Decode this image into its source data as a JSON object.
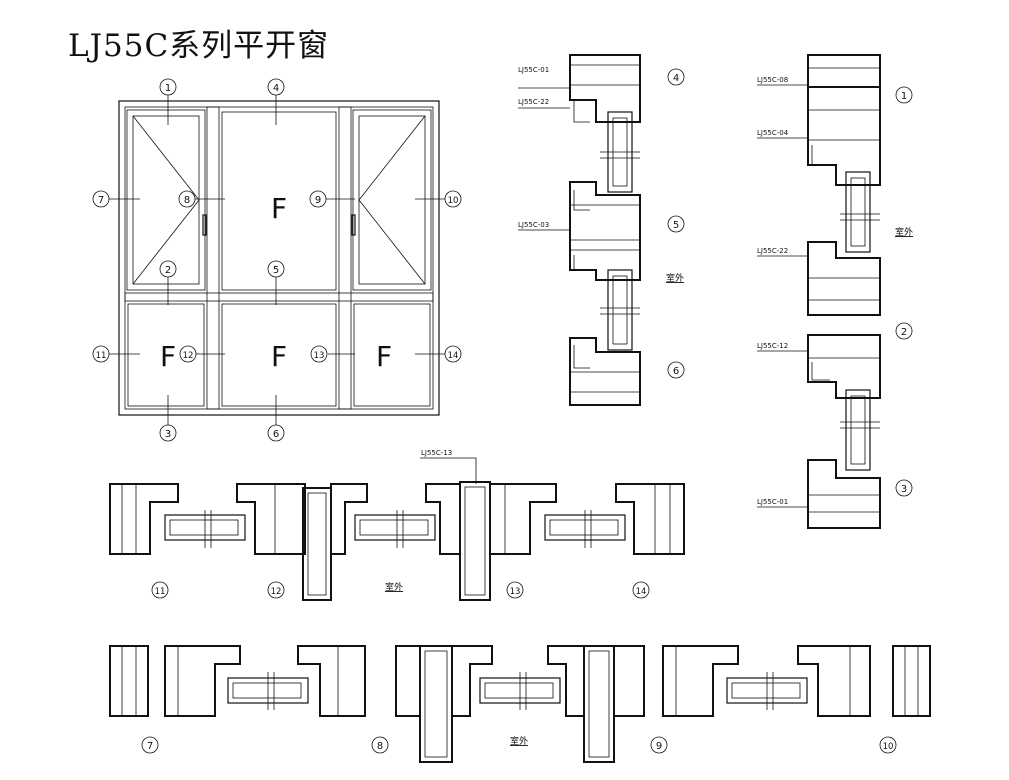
{
  "title": "LJ55C系列平开窗",
  "elevation": {
    "fixed_mark": "F",
    "callouts": {
      "c1": "1",
      "c2": "2",
      "c3": "3",
      "c4": "4",
      "c5": "5",
      "c6": "6",
      "c7": "7",
      "c8": "8",
      "c9": "9",
      "c10": "10",
      "c11": "11",
      "c12": "12",
      "c13": "13",
      "c14": "14"
    }
  },
  "section_a": {
    "labels": {
      "top": "LJ55C-01",
      "second": "LJ55C-22",
      "mid": "LJ55C-03"
    },
    "callouts": {
      "a": "4",
      "b": "5",
      "c": "6"
    },
    "exterior": "室外"
  },
  "section_b": {
    "labels": {
      "top": "LJ55C-08",
      "second": "LJ55C-04",
      "third": "LJ55C-22",
      "fourth": "LJ55C-12",
      "bottom": "LJ55C-01"
    },
    "callouts": {
      "a": "1",
      "b": "2",
      "c": "3"
    },
    "exterior": "室外"
  },
  "section_c": {
    "label": "LJ55C-13",
    "callouts": {
      "a": "11",
      "b": "12",
      "c": "13",
      "d": "14"
    },
    "exterior": "室外"
  },
  "section_d": {
    "callouts": {
      "a": "7",
      "b": "8",
      "c": "9",
      "d": "10"
    },
    "exterior": "室外"
  }
}
